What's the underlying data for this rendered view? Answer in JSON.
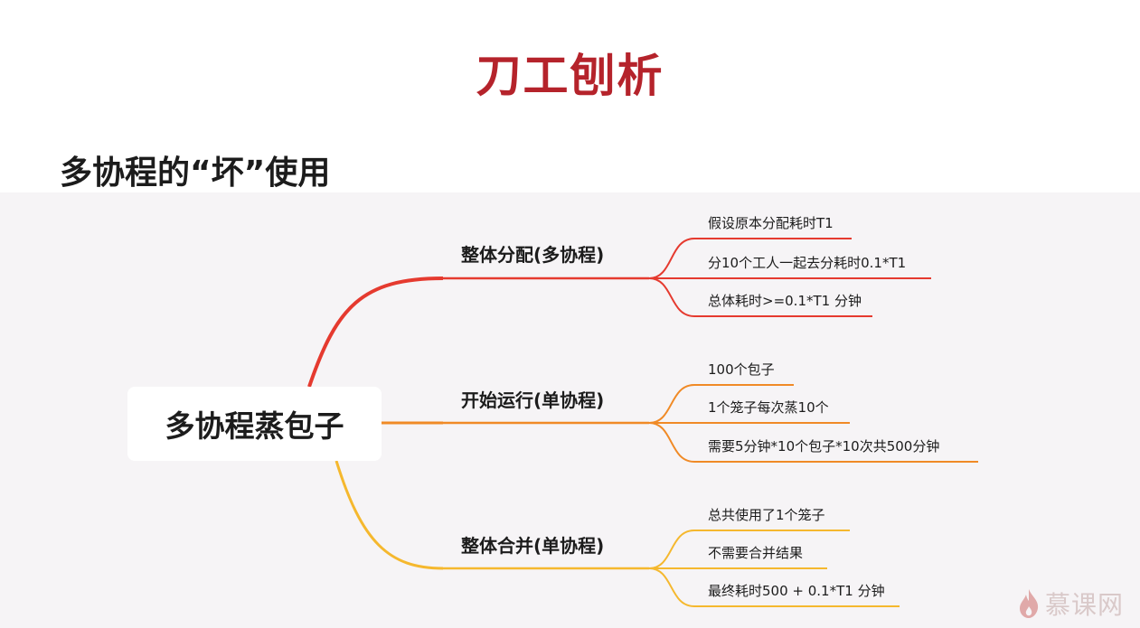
{
  "slide": {
    "title": "刀工刨析",
    "subtitle": "多协程的“坏”使用"
  },
  "mindmap": {
    "root": "多协程蒸包子",
    "branches": [
      {
        "label": "整体分配(多协程)",
        "color": "#e53a2f",
        "leaves": [
          "假设原本分配耗时T1",
          "分10个工人一起去分耗时0.1*T1",
          "总体耗时>=0.1*T1 分钟"
        ]
      },
      {
        "label": "开始运行(单协程)",
        "color": "#f08a26",
        "leaves": [
          "100个包子",
          "1个笼子每次蒸10个",
          "需要5分钟*10个包子*10次共500分钟"
        ]
      },
      {
        "label": "整体合并(单协程)",
        "color": "#f5b82e",
        "leaves": [
          "总共使用了1个笼子",
          "不需要合并结果",
          "最终耗时500 + 0.1*T1 分钟"
        ]
      }
    ]
  },
  "watermark": {
    "text": "慕课网",
    "icon": "flame-icon"
  }
}
